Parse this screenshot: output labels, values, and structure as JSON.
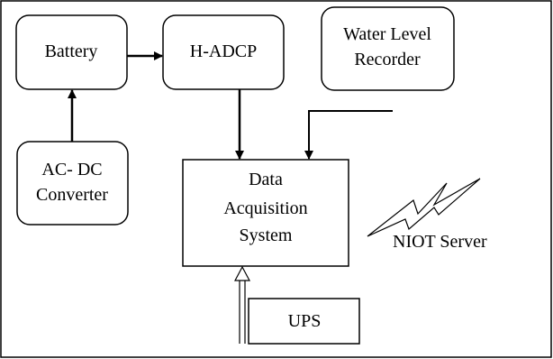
{
  "diagram": {
    "nodes": {
      "battery": "Battery",
      "hadcp": "H-ADCP",
      "water_level_recorder": [
        "Water Level",
        "Recorder"
      ],
      "acdc_converter": [
        "AC- DC",
        "Converter"
      ],
      "data_acquisition_system": [
        "Data",
        "Acquisition",
        "System"
      ],
      "ups": "UPS",
      "niot_server": "NIOT Server"
    },
    "edges": [
      {
        "from": "battery",
        "to": "hadcp"
      },
      {
        "from": "acdc_converter",
        "to": "battery"
      },
      {
        "from": "hadcp",
        "to": "data_acquisition_system"
      },
      {
        "from": "water_level_recorder",
        "to": "data_acquisition_system"
      },
      {
        "from": "ups",
        "to": "data_acquisition_system"
      }
    ]
  }
}
